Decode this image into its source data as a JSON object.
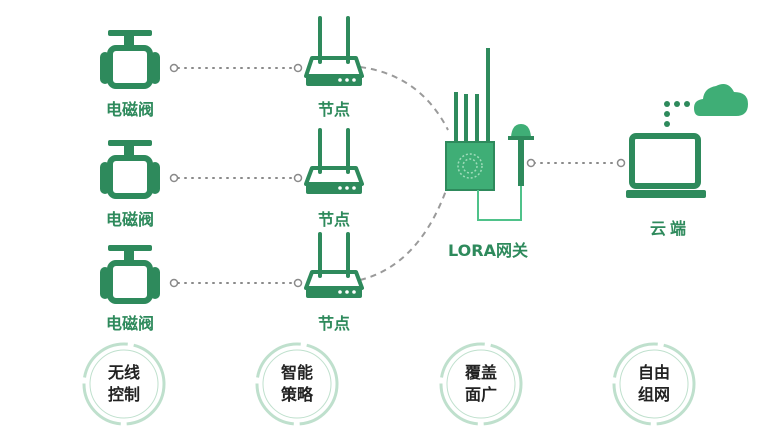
{
  "colors": {
    "green": "#2e8a5c",
    "green_light": "#3fae76",
    "gray": "#8a8a8a",
    "dashed": "#9a9a9a",
    "badge_ring": "#bfe0cd"
  },
  "valves": [
    {
      "label": "电磁阀",
      "icon": "solenoid-valve-icon"
    },
    {
      "label": "电磁阀",
      "icon": "solenoid-valve-icon"
    },
    {
      "label": "电磁阀",
      "icon": "solenoid-valve-icon"
    }
  ],
  "nodes": [
    {
      "label": "节点",
      "icon": "router-icon"
    },
    {
      "label": "节点",
      "icon": "router-icon"
    },
    {
      "label": "节点",
      "icon": "router-icon"
    }
  ],
  "gateway": {
    "label": "LORA网关",
    "icon": "gateway-icon"
  },
  "cloud": {
    "label": "云端",
    "icon": "laptop-cloud-icon"
  },
  "features": [
    {
      "line1": "无线",
      "line2": "控制"
    },
    {
      "line1": "智能",
      "line2": "策略"
    },
    {
      "line1": "覆盖",
      "line2": "面广"
    },
    {
      "line1": "自由",
      "line2": "组网"
    }
  ]
}
